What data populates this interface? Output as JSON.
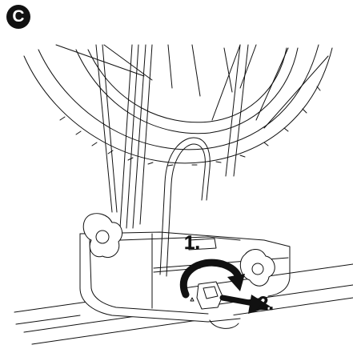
{
  "badge": {
    "label": "C"
  },
  "steps": [
    {
      "label": "1."
    },
    {
      "label": "2."
    }
  ],
  "colors": {
    "line": "#111111",
    "fill": "#ffffff",
    "arrow": "#111111"
  },
  "icons": {
    "badge_shape": "circle-letter-icon",
    "rotate_arrow": "curved-arrow-icon",
    "pull_arrow": "straight-arrow-icon"
  }
}
